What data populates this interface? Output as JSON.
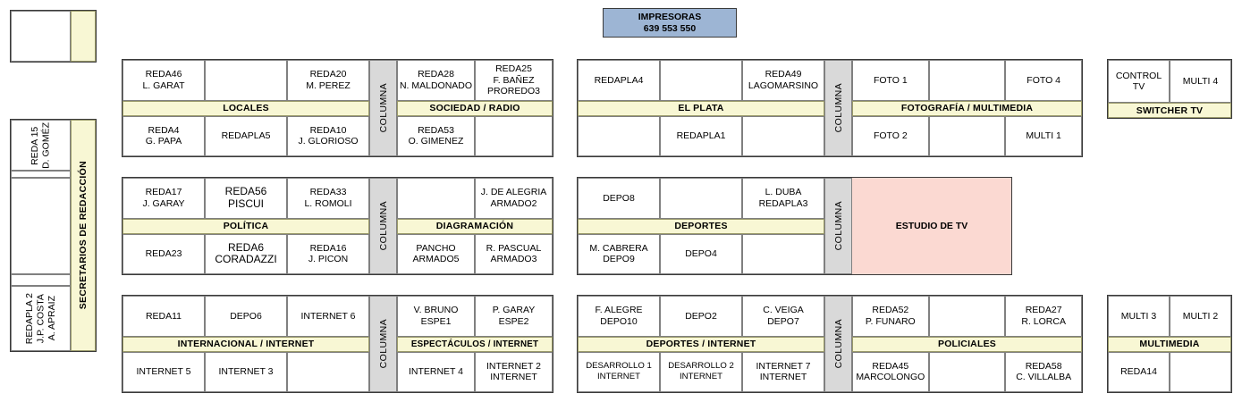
{
  "colors": {
    "band": "#f8f7d4",
    "column": "#d9d9d9",
    "studio": "#fbd9d2",
    "printers": "#9db5d4",
    "border": "#808080",
    "frame": "#3a3a3a"
  },
  "printers": {
    "title": "IMPRESORAS",
    "numbers": "639  553  550"
  },
  "left_top_box": {
    "cell": "",
    "band": ""
  },
  "left_column": {
    "band": "SECRETARIOS DE REDACCIÓN",
    "cells": [
      "REDA 15\nD. GOMÉZ",
      "",
      "",
      "",
      "REDAPLA 2\nJ.P. COSTA\nA. APRAIZ"
    ]
  },
  "column_label": "COLUMNA",
  "blocks": {
    "locales": {
      "band": "LOCALES",
      "top": [
        "REDA46\nL. GARAT",
        "",
        "REDA20\nM. PEREZ"
      ],
      "bottom": [
        "REDA4\nG. PAPA",
        "REDAPLA5",
        "REDA10\nJ. GLORIOSO"
      ]
    },
    "sociedad_radio": {
      "band": "SOCIEDAD / RADIO",
      "top": [
        "REDA28\nN. MALDONADO",
        "REDA25\nF. BAÑEZ\nPROREDO3"
      ],
      "bottom": [
        "REDA53\nO. GIMENEZ",
        ""
      ]
    },
    "el_plata": {
      "band": "EL PLATA",
      "top": [
        "REDAPLA4",
        "",
        "REDA49\nLAGOMARSINO"
      ],
      "bottom": [
        "",
        "REDAPLA1",
        ""
      ]
    },
    "fotografia_multimedia": {
      "band": "FOTOGRAFÍA / MULTIMEDIA",
      "top": [
        "FOTO 1",
        "",
        "FOTO 4"
      ],
      "bottom": [
        "FOTO 2",
        "",
        "MULTI 1"
      ]
    },
    "switcher_tv": {
      "band": "SWITCHER TV",
      "top": [
        "CONTROL TV",
        "MULTI 4"
      ]
    },
    "politica": {
      "band": "POLÍTICA",
      "top": [
        "REDA17\nJ. GARAY",
        "REDA56\nPISCUI",
        "REDA33\nL. ROMOLI"
      ],
      "bottom": [
        "REDA23",
        "REDA6\nCORADAZZI",
        "REDA16\nJ. PICON"
      ]
    },
    "diagramacion": {
      "band": "DIAGRAMACIÓN",
      "top": [
        "",
        "J. DE ALEGRIA\nARMADO2"
      ],
      "bottom": [
        "PANCHO\nARMADO5",
        "R. PASCUAL\nARMADO3"
      ]
    },
    "deportes": {
      "band": "DEPORTES",
      "top": [
        "DEPO8",
        "",
        "L. DUBA\nREDAPLA3"
      ],
      "bottom": [
        "M. CABRERA\nDEPO9",
        "DEPO4",
        ""
      ]
    },
    "estudio_tv": {
      "label": "ESTUDIO DE TV"
    },
    "internacional_internet": {
      "band": "INTERNACIONAL / INTERNET",
      "top": [
        "REDA11",
        "DEPO6",
        "INTERNET 6"
      ],
      "bottom": [
        "INTERNET 5",
        "INTERNET 3",
        ""
      ]
    },
    "espectaculos_internet": {
      "band": "ESPECTÁCULOS / INTERNET",
      "top": [
        "V. BRUNO\nESPE1",
        "P. GARAY\nESPE2"
      ],
      "bottom": [
        "INTERNET 4",
        "INTERNET 2\nINTERNET"
      ]
    },
    "deportes_internet": {
      "band": "DEPORTES / INTERNET",
      "top": [
        "F. ALEGRE\nDEPO10",
        "DEPO2",
        "C. VEIGA\nDEPO7"
      ],
      "bottom": [
        "DESARROLLO 1\nINTERNET",
        "DESARROLLO 2\nINTERNET",
        "INTERNET 7\nINTERNET"
      ]
    },
    "policiales": {
      "band": "POLICIALES",
      "top": [
        "REDA52\nP. FUNARO",
        "",
        "REDA27\nR. LORCA"
      ],
      "bottom": [
        "REDA45\nMARCOLONGO",
        "",
        "REDA58\nC. VILLALBA"
      ]
    },
    "multimedia": {
      "band": "MULTIMEDIA",
      "top": [
        "MULTI 3",
        "MULTI 2"
      ],
      "bottom": [
        "REDA14",
        ""
      ]
    }
  }
}
